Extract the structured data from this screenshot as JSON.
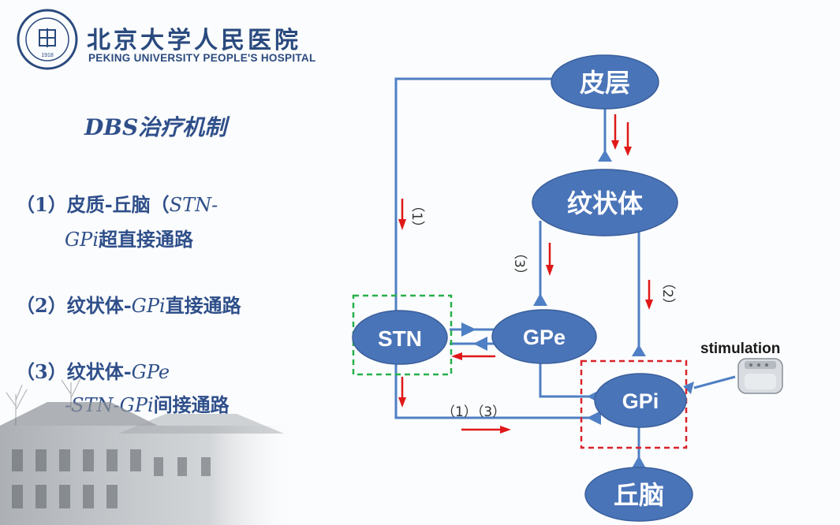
{
  "header": {
    "hospital_name_cn": "北京大学人民医院",
    "hospital_name_en": "PEKING UNIVERSITY PEOPLE'S HOSPITAL",
    "logo_year": "1918"
  },
  "content": {
    "title": "DBS治疗机制",
    "items": [
      {
        "line1_prefix": "（1）皮质-丘脑（",
        "line1_ital": "STN-",
        "line2_ital": "GPi",
        "line2_suffix": "超直接通路"
      },
      {
        "line1_prefix": "（2）纹状体-",
        "line1_ital": "GPi",
        "line1_suffix": "直接通路"
      },
      {
        "line1_prefix": "（3）纹状体-",
        "line1_ital": "GPe",
        "line2_ital": "-STN-GPi",
        "line2_suffix": "间接通路"
      }
    ]
  },
  "diagram": {
    "nodes": {
      "cortex": "皮层",
      "striatum": "纹状体",
      "stn": "STN",
      "gpe": "GPe",
      "gpi": "GPi",
      "thalamus": "丘脑"
    },
    "path_labels": {
      "hyperdirect": "（1）",
      "indirect": "（3）",
      "direct": "（2）",
      "stn_gpi": "（1）（3）"
    },
    "stimulation_label": "stimulation",
    "colors": {
      "node_fill": "#4a74b8",
      "line": "#4f7fc4",
      "red_arrow": "#e01818",
      "green_box": "#27b04a",
      "red_box": "#d8232a",
      "text_blue": "#2f4f8a"
    }
  }
}
